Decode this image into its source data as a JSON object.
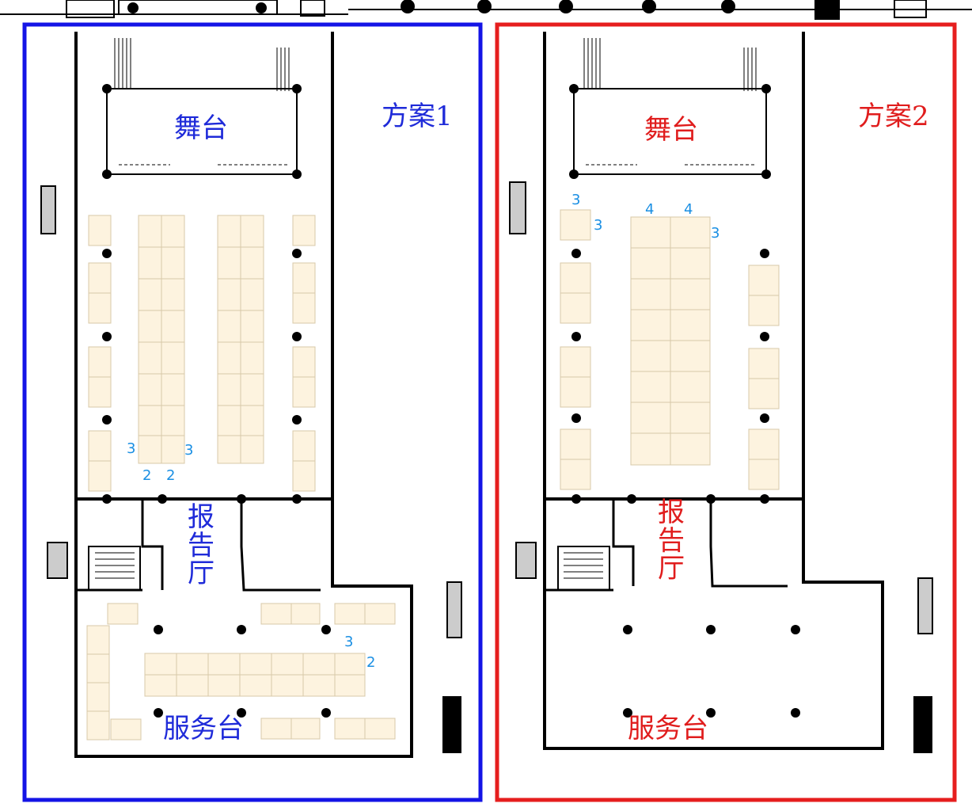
{
  "colors": {
    "plan1_frame": "#1414e6",
    "plan2_frame": "#e61e1e",
    "plan1_text": "#1f2bd9",
    "plan2_text": "#e01d1d",
    "seat_number": "#1a8fe3",
    "table_fill": "#fdf3df",
    "table_edge": "#d8c8a8",
    "wall": "#000000"
  },
  "plan1": {
    "title": "方案1",
    "stage_label": "舞台",
    "hall_label": "报告厅",
    "service_desk_label": "服务台",
    "seat_numbers": [
      "3",
      "3",
      "2",
      "2",
      "3",
      "2"
    ]
  },
  "plan2": {
    "title": "方案2",
    "stage_label": "舞台",
    "hall_label": "报告厅",
    "service_desk_label": "服务台",
    "seat_numbers": [
      "3",
      "3",
      "4",
      "4",
      "3"
    ]
  }
}
